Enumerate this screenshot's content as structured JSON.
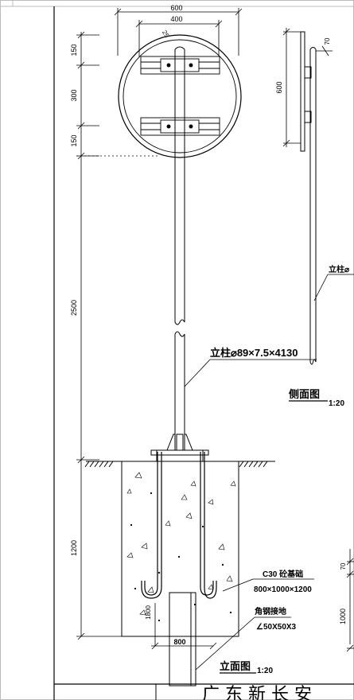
{
  "front_view": {
    "sign_dimensions": {
      "outer_width": "600",
      "plate_width": "400",
      "edge_offset": "25",
      "top_offset": "150",
      "plate_spacing": "300",
      "bottom_offset": "150",
      "pole_height": "2500",
      "foundation_depth": "1200"
    },
    "post_label": "立柱⌀89×7.5×4130",
    "foundation_label": "C30 砼基础",
    "foundation_size": "800×1000×1200",
    "angle_steel_label": "角钢接地",
    "angle_steel_size": "∠50X50X3",
    "ground_dim_depth": "1800",
    "ground_dim_width": "800",
    "view_title": "立面图",
    "view_scale": "1:20"
  },
  "side_view": {
    "top_dim": "70",
    "sign_height": "600",
    "post_label_partial": "立柱⌀",
    "view_title": "侧面图",
    "view_scale": "1:20"
  },
  "right_foundation": {
    "dim_top": "70",
    "dim_depth": "1000"
  },
  "title_block": {
    "text": "广 东 新 长 安"
  }
}
